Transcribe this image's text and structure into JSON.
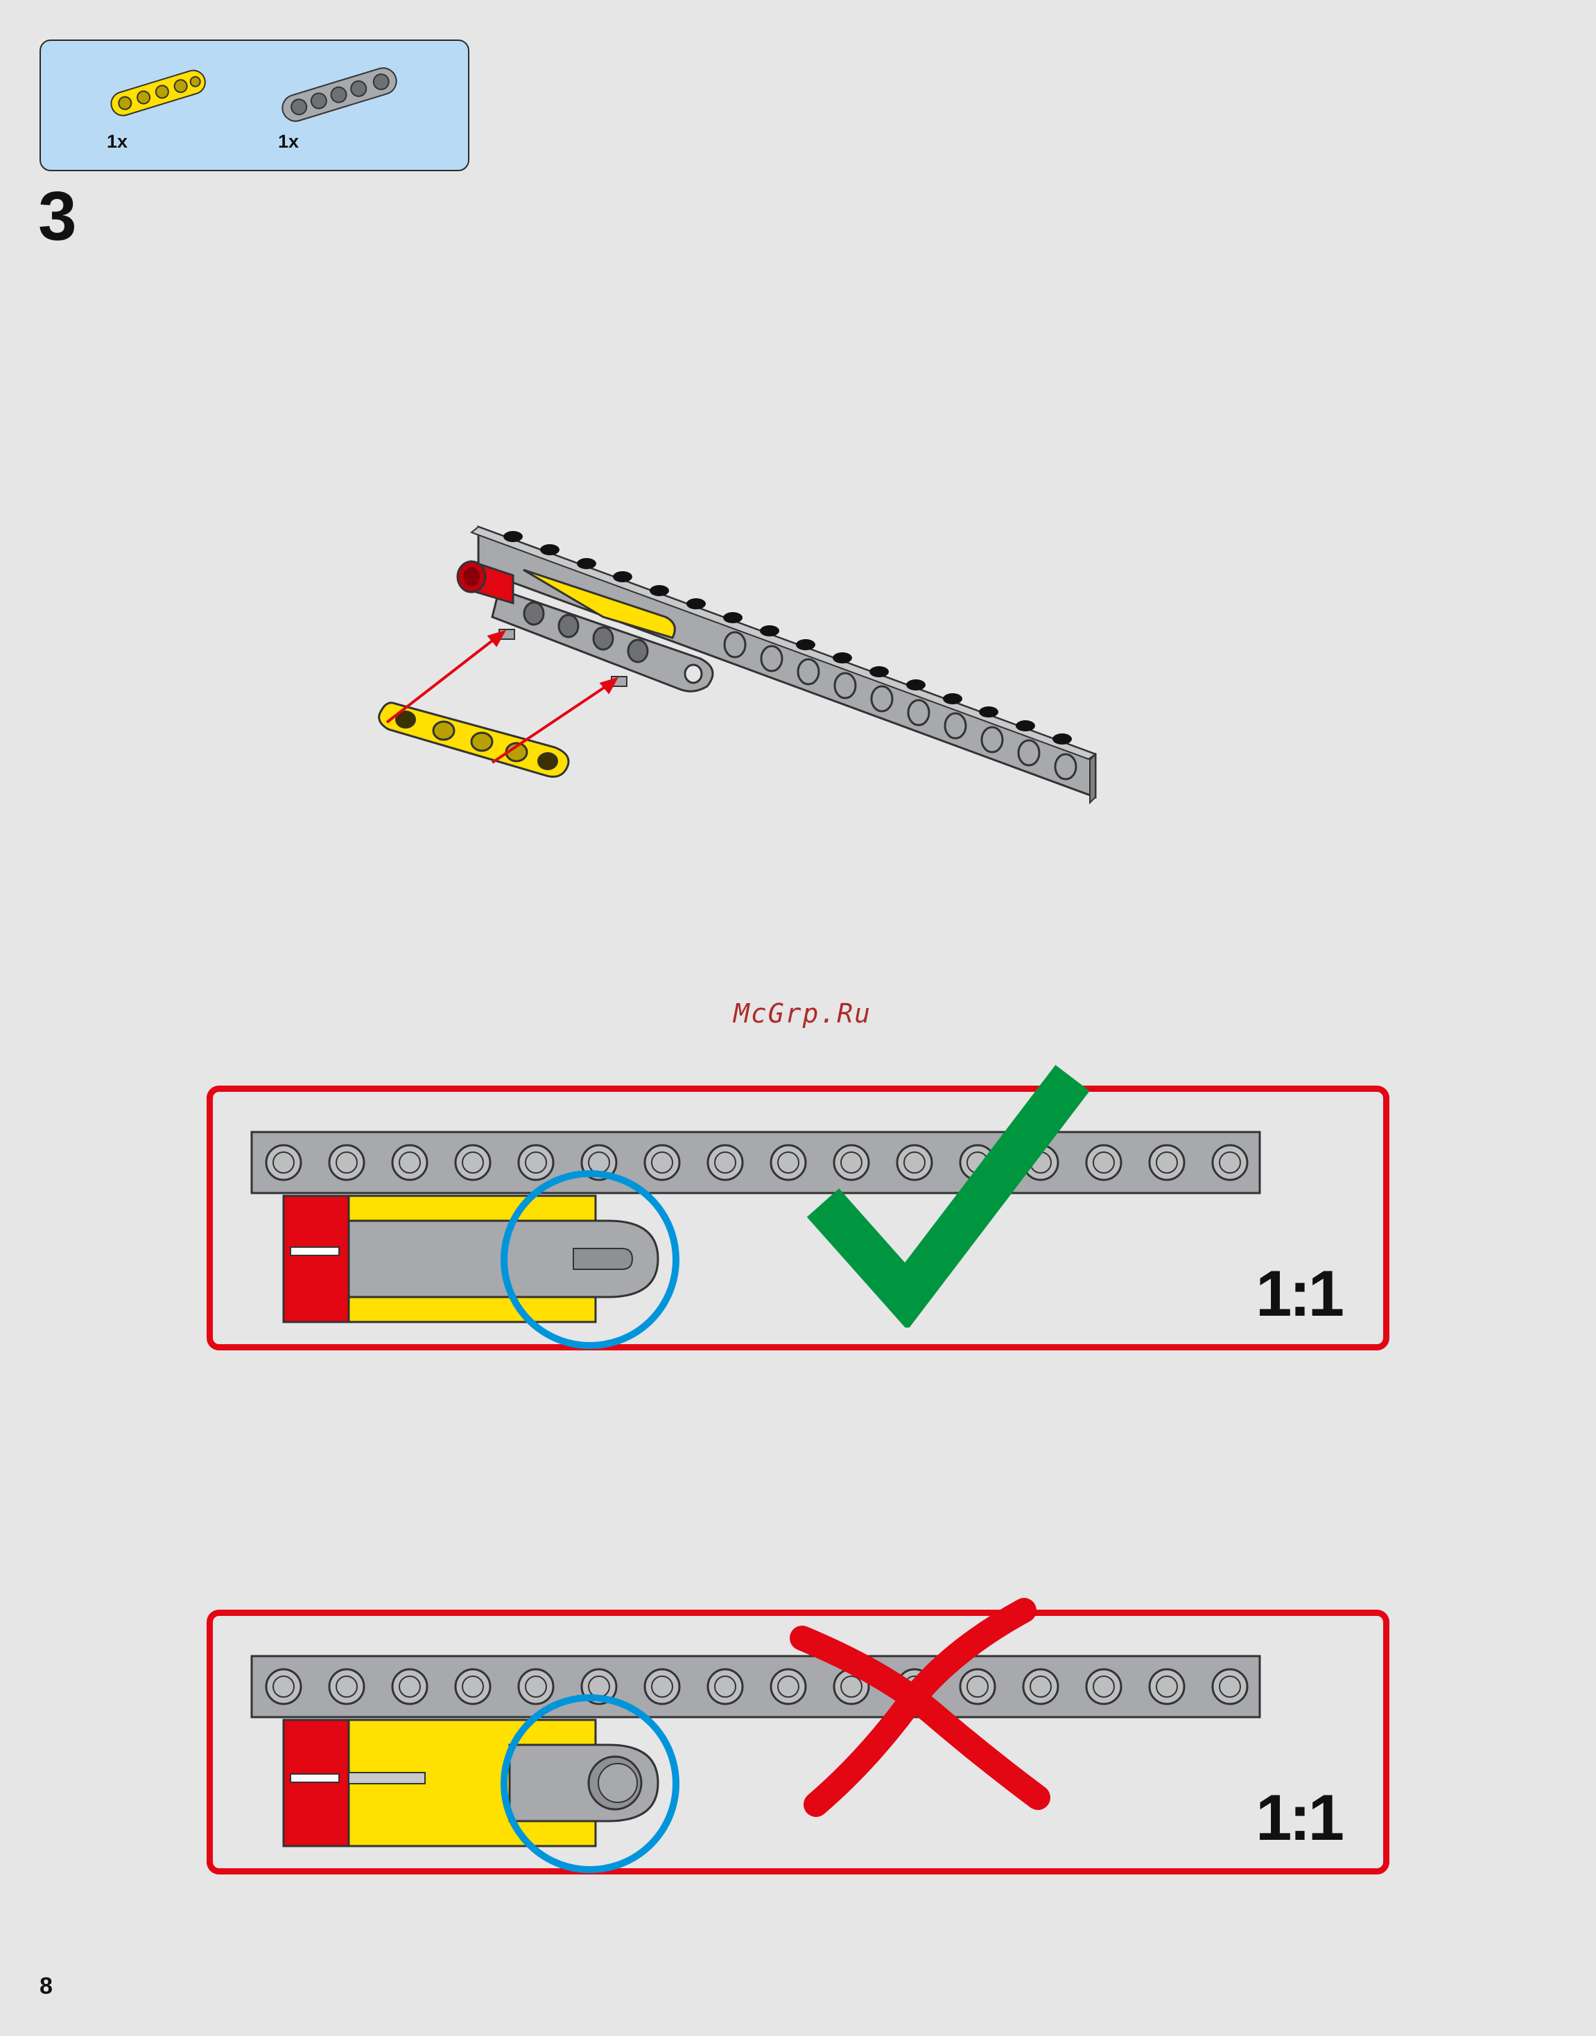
{
  "parts_list": {
    "items": [
      {
        "name": "yellow-beam",
        "qty": "1x",
        "color": "#ffe000"
      },
      {
        "name": "gray-lever",
        "qty": "1x",
        "color": "#a7a9ac"
      }
    ]
  },
  "step": {
    "number": "3"
  },
  "watermark": "McGrp.Ru",
  "callouts": [
    {
      "verdict": "correct",
      "scale": "1:1",
      "mark_color": "#00963f"
    },
    {
      "verdict": "incorrect",
      "scale": "1:1",
      "mark_color": "#e30613"
    }
  ],
  "colors": {
    "page_bg": "#e6e6e6",
    "parts_box_bg": "#b9daf4",
    "frame_red": "#e30613",
    "highlight_blue": "#0095db",
    "brick_gray": "#a7a9ac",
    "part_yellow": "#ffe000",
    "part_red": "#e30613"
  },
  "page": {
    "number": "8"
  }
}
